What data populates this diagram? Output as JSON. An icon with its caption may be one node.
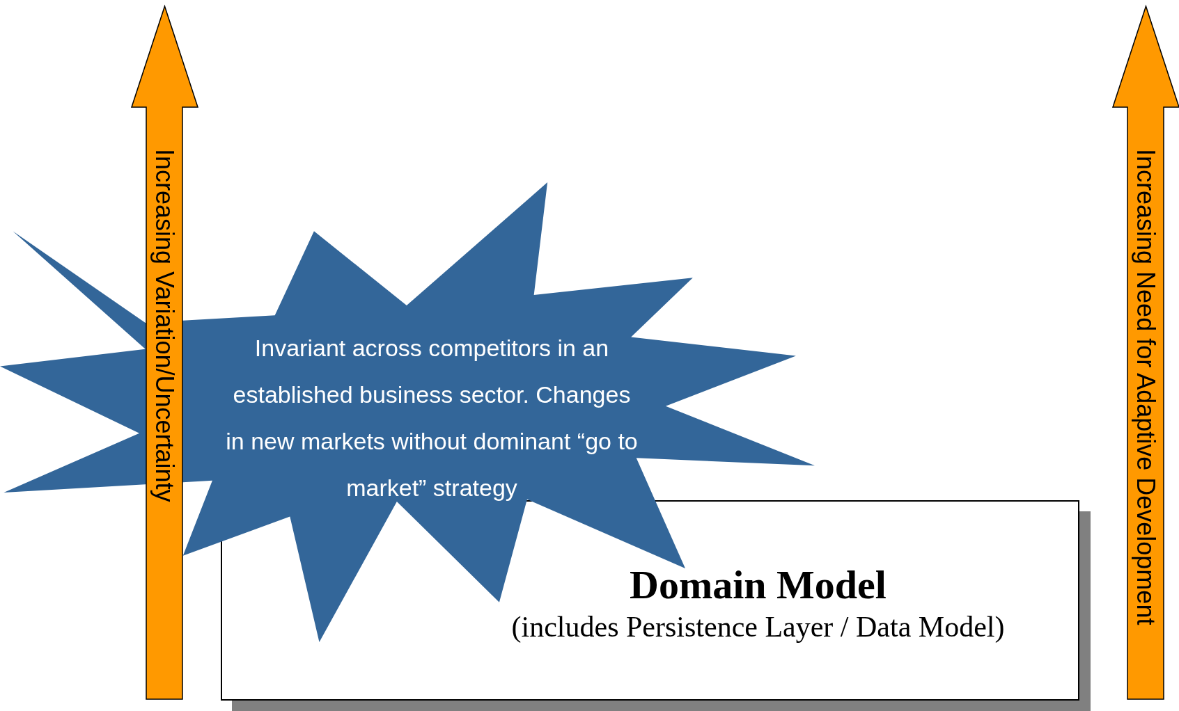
{
  "diagram": {
    "nodes": [
      {
        "text": [
          "Increasing Variation/Uncertainty"
        ]
      },
      {
        "text": [
          "Invariant across competitors in an established business sector. Changes in new markets without dominant “go to market” strategy"
        ]
      },
      {
        "text": [
          "Domain Model",
          "(includes Persistence Layer / Data Model)"
        ]
      },
      {
        "text": [
          "Increasing Need for Adaptive Development"
        ]
      }
    ],
    "edges": []
  }
}
